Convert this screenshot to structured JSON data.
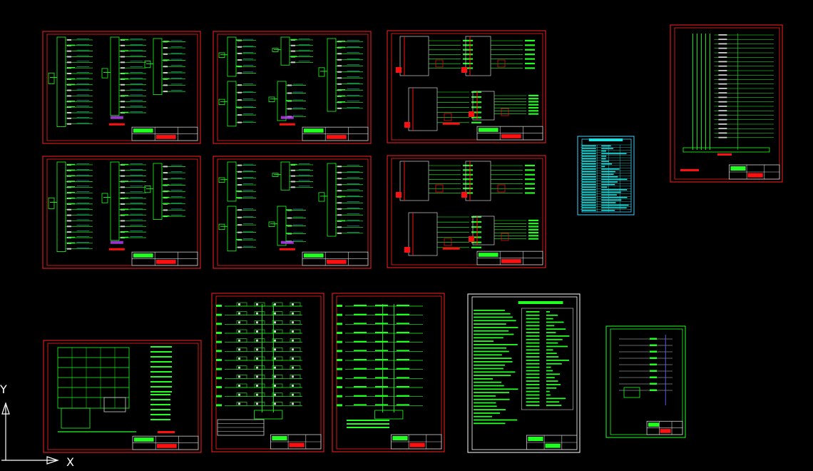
{
  "app": {
    "view": "model-space",
    "background": "#000000"
  },
  "ucs": {
    "x_label": "X",
    "y_label": "Y",
    "color": "#ffffff"
  },
  "colors": {
    "frame_red": "#ff2020",
    "frame_white": "#ffffff",
    "frame_green": "#20ff20",
    "frame_cyan": "#40d0ff",
    "wire_green": "#20ff20",
    "wire_cyan": "#20e0e0",
    "wire_white": "#d0d0d0",
    "accent_red": "#ff1010",
    "accent_magenta": "#c040ff",
    "accent_yellow": "#e0e020"
  },
  "sheets": [
    {
      "id": "sheet-1",
      "kind": "distribution-panels",
      "frame": "red"
    },
    {
      "id": "sheet-2",
      "kind": "distribution-panels",
      "frame": "red"
    },
    {
      "id": "sheet-3",
      "kind": "control-circuits",
      "frame": "red"
    },
    {
      "id": "sheet-4",
      "kind": "distribution-panels",
      "frame": "red"
    },
    {
      "id": "sheet-5",
      "kind": "distribution-panels",
      "frame": "red"
    },
    {
      "id": "sheet-6",
      "kind": "control-circuits",
      "frame": "red"
    },
    {
      "id": "sheet-7",
      "kind": "schedule-table",
      "frame": "cyan"
    },
    {
      "id": "sheet-8",
      "kind": "riser-diagram",
      "frame": "red"
    },
    {
      "id": "sheet-9",
      "kind": "system-diagram",
      "frame": "red"
    },
    {
      "id": "sheet-10",
      "kind": "floor-riser",
      "frame": "red"
    },
    {
      "id": "sheet-11",
      "kind": "floor-riser",
      "frame": "red"
    },
    {
      "id": "sheet-12",
      "kind": "design-notes",
      "frame": "white"
    },
    {
      "id": "sheet-13",
      "kind": "riser-diagram",
      "frame": "green"
    }
  ]
}
